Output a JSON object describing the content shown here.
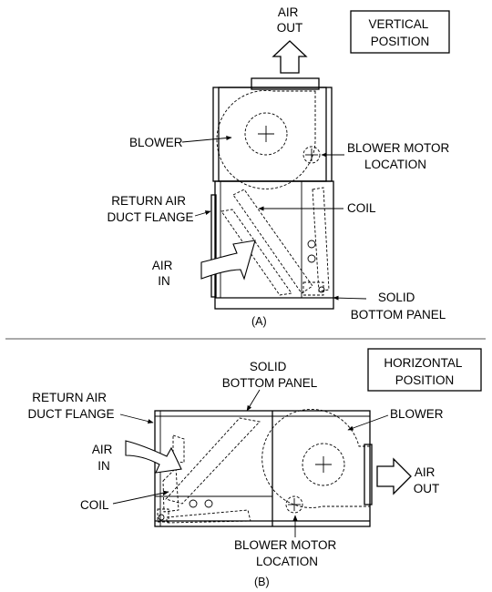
{
  "diagram_a": {
    "air_out": [
      "AIR",
      "OUT"
    ],
    "position_box": [
      "VERTICAL",
      "POSITION"
    ],
    "blower": "BLOWER",
    "blower_motor": [
      "BLOWER MOTOR",
      "LOCATION"
    ],
    "return_flange": [
      "RETURN AIR",
      "DUCT FLANGE"
    ],
    "coil": "COIL",
    "air_in": [
      "AIR",
      "IN"
    ],
    "bottom_panel": [
      "SOLID",
      "BOTTOM PANEL"
    ],
    "caption": "(A)"
  },
  "diagram_b": {
    "position_box": [
      "HORIZONTAL",
      "POSITION"
    ],
    "bottom_panel": [
      "SOLID",
      "BOTTOM PANEL"
    ],
    "return_flange": [
      "RETURN AIR",
      "DUCT FLANGE"
    ],
    "blower": "BLOWER",
    "air_in": [
      "AIR",
      "IN"
    ],
    "air_out": [
      "AIR",
      "OUT"
    ],
    "coil": "COIL",
    "blower_motor": [
      "BLOWER MOTOR",
      "LOCATION"
    ],
    "caption": "(B)"
  }
}
